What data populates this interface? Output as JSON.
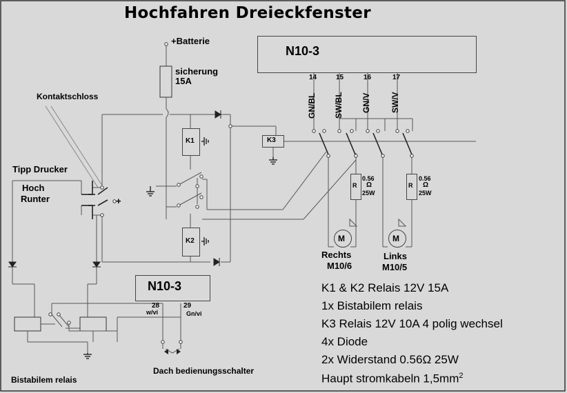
{
  "title": "Hochfahren Dreieckfenster",
  "battery_label": "+Batterie",
  "fuse_label_1": "sicherung",
  "fuse_label_2": "15A",
  "ecu_top": {
    "name": "N10-3",
    "pins": [
      "14",
      "15",
      "16",
      "17"
    ],
    "wires": [
      "GN/BL",
      "SW/BL",
      "GN/V",
      "SW/V"
    ]
  },
  "ecu_bottom": {
    "name": "N10-3",
    "pin_left": "28",
    "wire_left": "w/vi",
    "pin_right": "29",
    "wire_right": "Gn/vi"
  },
  "ignition_label": "Kontaktschloss",
  "tipp_label": "Tipp Drucker",
  "hoch_label": "Hoch",
  "runter_label": "Runter",
  "plus_label": "+",
  "relay_k1": "K1",
  "relay_k2": "K2",
  "relay_k3": "K3",
  "resistor_label": "R",
  "resistor_value": "0.56",
  "resistor_ohm": "Ω",
  "resistor_power": "25W",
  "motor_label": "M",
  "motor_right_1": "Rechts",
  "motor_right_2": "M10/6",
  "motor_left_1": "Links",
  "motor_left_2": "M10/5",
  "bistable_label": "Bistabilem relais",
  "roof_switch_label": "Dach bedienungsschalter",
  "specs": {
    "line1": "K1 & K2 Relais 12V 15A",
    "line2": "1x Bistabilem relais",
    "line3": "K3 Relais 12V 10A  4 polig wechsel",
    "line4": "4x Diode",
    "line5_pre": "2x Widerstand 0.56",
    "line5_ohm": "Ω",
    "line5_post": "  25W",
    "line6_pre": "Haupt stromkabeln 1,5mm",
    "line6_sup": "2"
  }
}
